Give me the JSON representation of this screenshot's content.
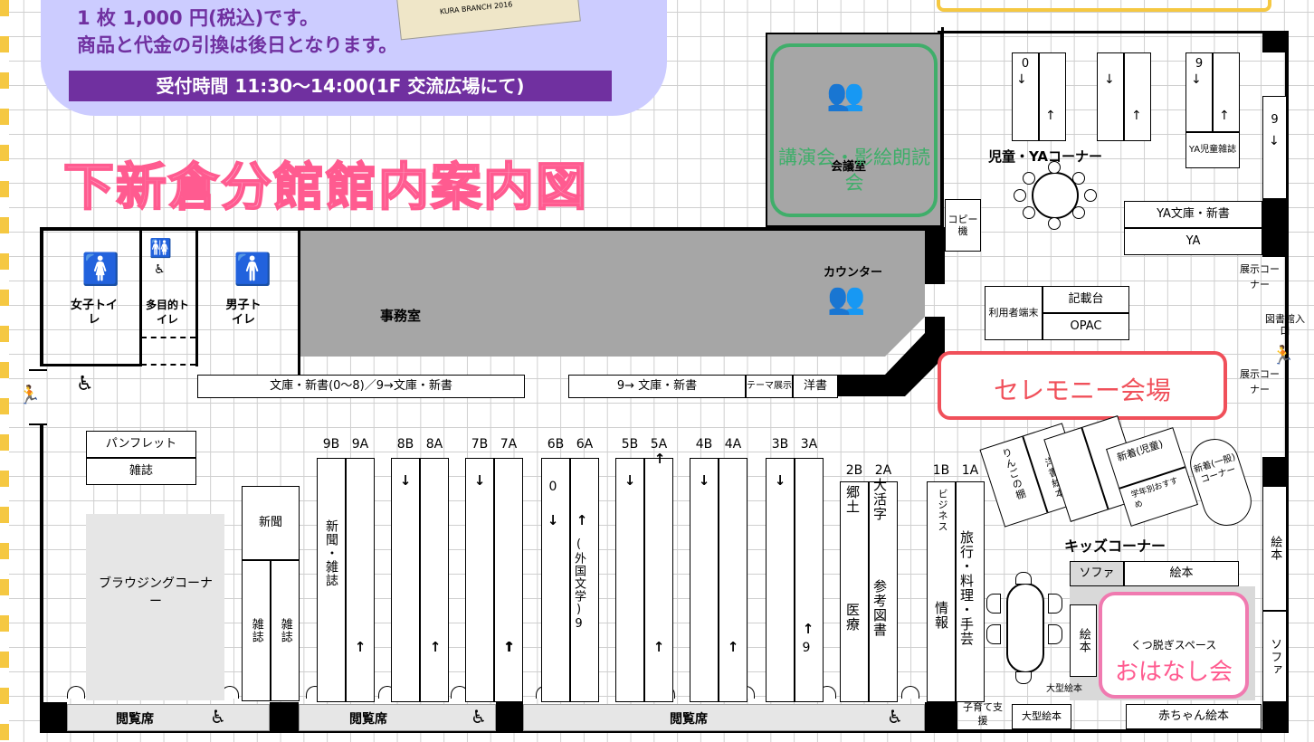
{
  "banner": {
    "line1": "1 枚 1,000 円(税込)です。",
    "line2": "商品と代金の引換は後日となります。",
    "hours": "受付時間 11:30～14:00(1F 交流広場にて)",
    "book_text": "KURA BRANCH 2016"
  },
  "title": "下新倉分館館内案内図",
  "rooms": {
    "meeting_room": "会議室",
    "meeting_event": "講演会・影絵朗読会",
    "office": "事務室",
    "counter": "カウンター",
    "women_toilet": "女子トイレ",
    "multi_toilet": "多目的トイレ",
    "men_toilet": "男子トイレ",
    "childrens_ya": "児童・YAコーナー",
    "copier": "コピー機",
    "ceremony": "セレモニー会場",
    "kids_corner": "キッズコーナー",
    "shoes_off": "くつ脱ぎスペース",
    "story_event": "おはなし会",
    "browsing": "ブラウジングコーナー",
    "entrance": "図書館入口"
  },
  "labels": {
    "bunko1": "文庫・新書(0～8)／9→文庫・新書",
    "bunko2": "9→ 文庫・新書",
    "theme": "テーマ展示",
    "yosho": "洋書",
    "pamphlet": "パンフレット",
    "magazine": "雑誌",
    "newspaper": "新聞",
    "news_mag": "新聞・雑誌",
    "ya_bunko": "YA文庫・新書",
    "ya": "YA",
    "ya_child_mag": "YA児童雑誌",
    "user_terminal": "利用者端末",
    "kisaidai": "記載台",
    "opac": "OPAC",
    "tenji": "展示コーナー",
    "ringo": "りんごの棚",
    "yosho_ehon": "洋書絵本",
    "shinchaku_jido": "新着(児童)",
    "gakunen": "学年別おすすめ",
    "shinchaku_ippan": "新着(一般)コーナー",
    "sofa": "ソファ",
    "ehon": "絵本",
    "oogata": "大型絵本",
    "kosodate": "子育て支援",
    "akachan": "赤ちゃん絵本",
    "kyodo": "郷土",
    "daikatsuji": "大活字",
    "iryo": "医療",
    "sanko": "参考図書",
    "business": "ビジネス",
    "jyoho": "情報",
    "ryoko": "旅行・料理・手芸",
    "gaikoku": "(外国文学)9",
    "reading_seats": "閲覧席"
  },
  "shelf_codes": [
    "9B",
    "9A",
    "8B",
    "8A",
    "7B",
    "7A",
    "6B",
    "6A",
    "5B",
    "5A",
    "4B",
    "4A",
    "3B",
    "3A",
    "2B",
    "2A",
    "1B",
    "1A"
  ],
  "child_shelf_nums": {
    "n0": "0",
    "n9": "9",
    "n9b": "9"
  },
  "colors": {
    "green": "#3fae6a",
    "red": "#f0505a",
    "pink": "#ff5b90",
    "purple": "#7030a0"
  }
}
